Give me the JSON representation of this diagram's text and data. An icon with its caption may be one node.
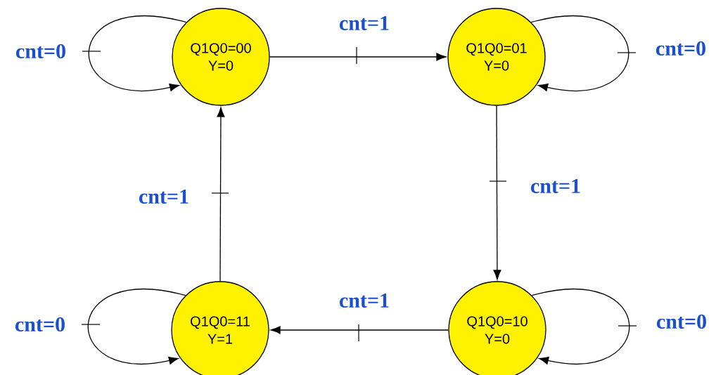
{
  "diagram": {
    "nodes": [
      {
        "text": [
          "Q1Q0=00",
          "Y=0"
        ]
      },
      {
        "text": [
          "Q1Q0=01",
          "Y=0"
        ]
      },
      {
        "text": [
          "Q1Q0=11",
          "Y=1"
        ]
      },
      {
        "text": [
          "Q1Q0=10",
          "Y=0"
        ]
      }
    ],
    "edges": [
      {
        "from": 0,
        "to": 1,
        "arrow": "to",
        "label": "cnt=1"
      },
      {
        "from": 1,
        "to": 3,
        "arrow": "to",
        "label": "cnt=1"
      },
      {
        "from": 3,
        "to": 2,
        "arrow": "to",
        "label": "cnt=1"
      },
      {
        "from": 2,
        "to": 0,
        "arrow": "to",
        "label": "cnt=1"
      },
      {
        "from": 0,
        "to": 0,
        "arrow": "to",
        "label": "cnt=0"
      },
      {
        "from": 1,
        "to": 1,
        "arrow": "to",
        "label": "cnt=0"
      },
      {
        "from": 2,
        "to": 2,
        "arrow": "to",
        "label": "cnt=0"
      },
      {
        "from": 3,
        "to": 3,
        "arrow": "to",
        "label": "cnt=0"
      }
    ]
  }
}
